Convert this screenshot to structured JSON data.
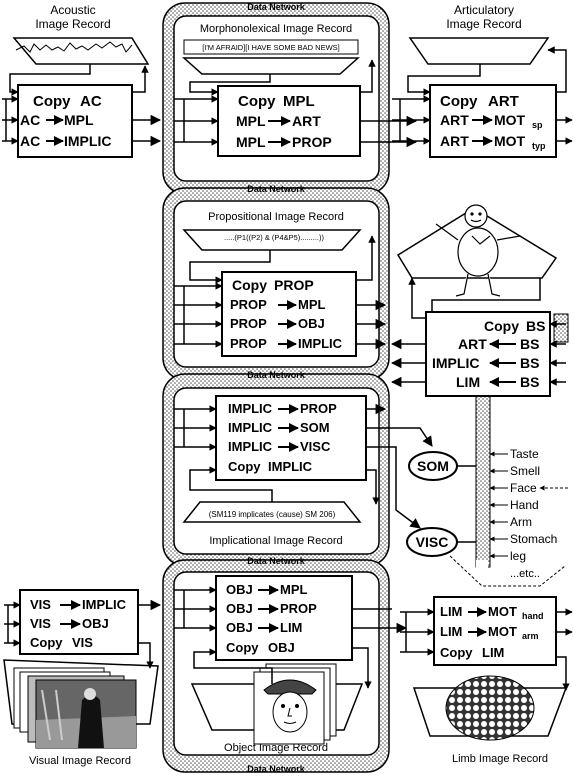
{
  "titles": {
    "acoustic": [
      "Acoustic",
      "Image Record"
    ],
    "articulatory": [
      "Articulatory",
      "Image Record"
    ],
    "morphonolexical": "Morphonolexical Image Record",
    "propositional": "Propositional Image Record",
    "implicational": "Implicational Image Record",
    "object": "Object Image Record",
    "visual": "Visual Image Record",
    "limb": "Limb Image Record"
  },
  "data_network": "Data Network",
  "records": {
    "mpl_text": "[I'M AFRAID][I HAVE SOME BAD NEWS]",
    "prop_text": ".....(P1((P2) & (P4&P5).........))",
    "implic_text": "(SM119 implicates (cause) SM 206)"
  },
  "ops": {
    "ac": [
      [
        "Copy",
        "AC",
        ""
      ],
      [
        "AC",
        "MPL",
        ""
      ],
      [
        "AC",
        "IMPLIC",
        ""
      ]
    ],
    "mpl": [
      [
        "Copy",
        "MPL",
        ""
      ],
      [
        "MPL",
        "ART",
        ""
      ],
      [
        "MPL",
        "PROP",
        ""
      ]
    ],
    "art": [
      [
        "Copy",
        "ART",
        ""
      ],
      [
        "ART",
        "MOT",
        "sp"
      ],
      [
        "ART",
        "MOT",
        "typ"
      ]
    ],
    "prop": [
      [
        "Copy",
        "PROP",
        ""
      ],
      [
        "PROP",
        "MPL",
        ""
      ],
      [
        "PROP",
        "OBJ",
        ""
      ],
      [
        "PROP",
        "IMPLIC",
        ""
      ]
    ],
    "bs": [
      [
        "Copy",
        "BS",
        ""
      ],
      [
        "ART",
        "BS",
        ""
      ],
      [
        "IMPLIC",
        "BS",
        ""
      ],
      [
        "LIM",
        "BS",
        ""
      ]
    ],
    "implic": [
      [
        "IMPLIC",
        "PROP",
        ""
      ],
      [
        "IMPLIC",
        "SOM",
        ""
      ],
      [
        "IMPLIC",
        "VISC",
        ""
      ],
      [
        "Copy",
        "IMPLIC",
        ""
      ]
    ],
    "vis": [
      [
        "VIS",
        "IMPLIC",
        ""
      ],
      [
        "VIS",
        "OBJ",
        ""
      ],
      [
        "Copy",
        "VIS",
        ""
      ]
    ],
    "obj": [
      [
        "OBJ",
        "MPL",
        ""
      ],
      [
        "OBJ",
        "PROP",
        ""
      ],
      [
        "OBJ",
        "LIM",
        ""
      ],
      [
        "Copy",
        "OBJ",
        ""
      ]
    ],
    "lim": [
      [
        "LIM",
        "MOT",
        "hand"
      ],
      [
        "LIM",
        "MOT",
        "arm"
      ],
      [
        "Copy",
        "LIM",
        ""
      ]
    ]
  },
  "som": "SOM",
  "visc": "VISC",
  "senses": [
    "Taste",
    "Smell",
    "Face",
    "Hand",
    "Arm",
    "Stomach",
    "leg",
    "...etc.."
  ]
}
